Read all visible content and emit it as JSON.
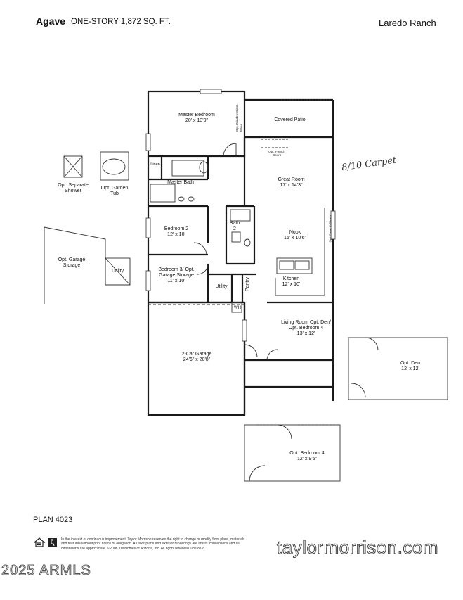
{
  "header": {
    "plan_name": "Agave",
    "subtitle": "ONE-STORY  1,872 SQ. FT.",
    "community": "Laredo Ranch"
  },
  "rooms": {
    "master_bedroom": {
      "name": "Master Bedroom",
      "size": "20' x 13'9\""
    },
    "covered_patio": {
      "name": "Covered Patio"
    },
    "great_room": {
      "name": "Great Room",
      "size": "17' x 14'3\""
    },
    "nook": {
      "name": "Nook",
      "size": "15' x 10'6\""
    },
    "kitchen": {
      "name": "Kitchen",
      "size": "12' x 10'"
    },
    "master_bath": {
      "name": "Master Bath"
    },
    "linen": {
      "name": "Linen"
    },
    "bedroom2": {
      "name": "Bedroom 2",
      "size": "12' x 10'"
    },
    "bath2": {
      "name": "Bath 2"
    },
    "bedroom3": {
      "name": "Bedroom 3/ Opt. Garage Storage",
      "size": "11' x 10'"
    },
    "utility": {
      "name": "Utility"
    },
    "pantry": {
      "name": "Pantry"
    },
    "wh": {
      "name": "WH"
    },
    "living_room": {
      "name": "Living Room Opt. Den/ Opt. Bedroom 4",
      "size": "13' x 12'"
    },
    "garage": {
      "name": "2-Car Garage",
      "size": "24'6\" x 20'8\""
    },
    "opt_shower": {
      "name": "Opt. Separate Shower"
    },
    "opt_tub": {
      "name": "Opt. Garden Tub"
    },
    "opt_garage_storage": {
      "name": "Opt. Garage Storage"
    },
    "opt_utility": {
      "name": "Utility"
    },
    "opt_den": {
      "name": "Opt. Den",
      "size": "12' x 12'"
    },
    "opt_bedroom4": {
      "name": "Opt. Bedroom 4",
      "size": "12' x 9'6\""
    }
  },
  "small_labels": {
    "opt_french_doors": "Opt. French Doors",
    "opt_base_cabinets": "Opt. Base Cabinets",
    "opt_window": "Opt. Window Glass Block"
  },
  "handwritten_note": "8/10 Carpet",
  "footer": {
    "plan_number": "PLAN 4023",
    "disclaimer": "In the interest of continuous improvement, Taylor Morrison reserves the right to change or modify floor plans, materials and features without prior notice or obligation. All floor plans and exterior renderings are artists' conceptions and all dimensions are approximate. ©2008 TM Homes of Arizona, Inc. All rights reserved. 08/08/08",
    "brand": "taylormorrison.com",
    "watermark": "2025 ARMLS"
  },
  "icons": [
    "equal-housing-icon",
    "accessibility-icon"
  ]
}
